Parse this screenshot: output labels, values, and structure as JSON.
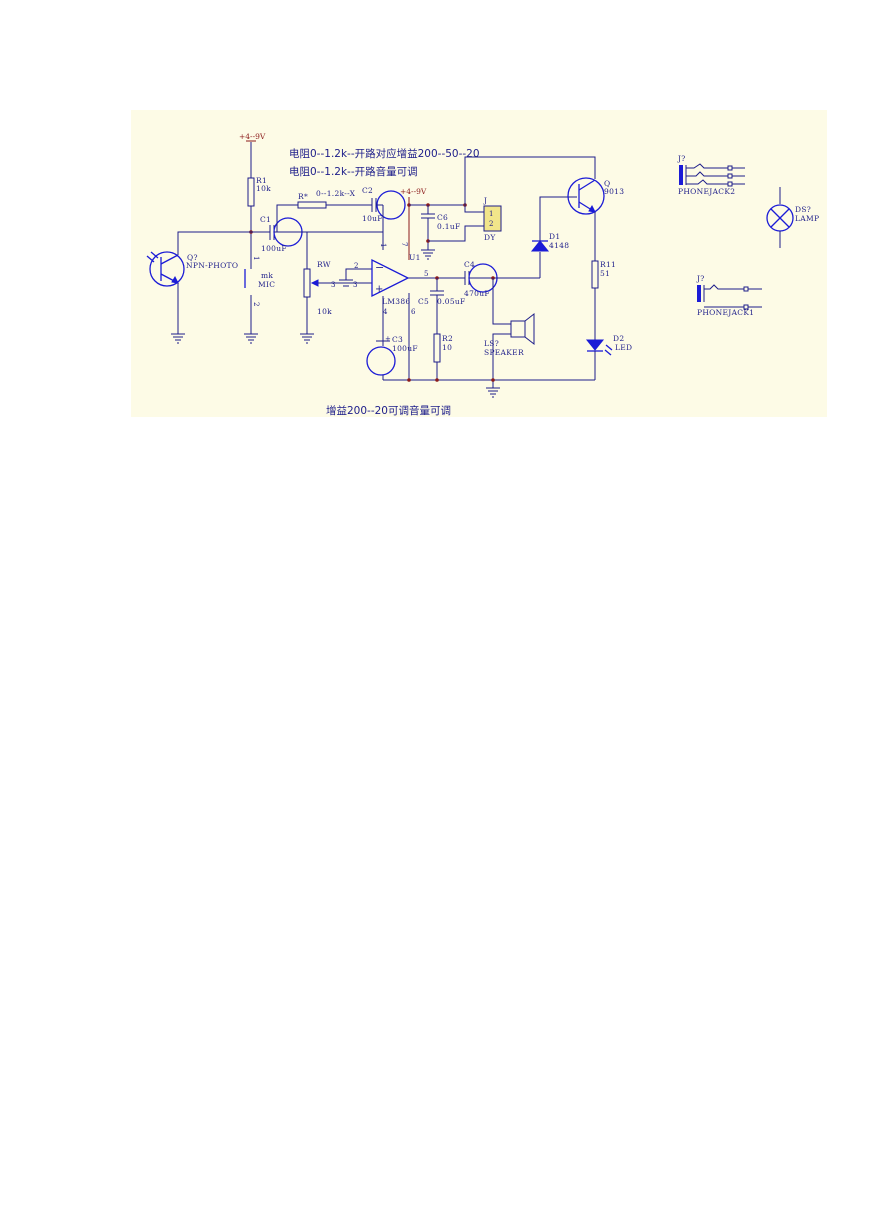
{
  "notes": {
    "line1": "电阻0--1.2k--开路对应增益200--50--20",
    "line2": "电阻0--1.2k--开路音量可调",
    "bottom": "增益200--20可调音量可调"
  },
  "power": {
    "left": "+4--9V",
    "top": "+4--9V"
  },
  "components": {
    "r1": {
      "ref": "R1",
      "value": "10k"
    },
    "rstar": {
      "ref": "R*",
      "value": "0--1.2k--X"
    },
    "c1": {
      "ref": "C1",
      "value": "100uF"
    },
    "c2": {
      "ref": "C2",
      "value": "10uF"
    },
    "c6": {
      "ref": "C6",
      "value": "0.1uF"
    },
    "j": {
      "ref": "J",
      "pin1": "1",
      "pin2": "2",
      "value": "DY"
    },
    "q7": {
      "ref": "Q?",
      "value": "NPN-PHOTO"
    },
    "mic": {
      "ref": "mk",
      "value": "MIC",
      "pin1": "1",
      "pin2": "2"
    },
    "rw": {
      "ref": "RW",
      "value": "10k"
    },
    "u1": {
      "ref": "U1",
      "value": "LM386",
      "pin2": "2",
      "pin3": "3",
      "pin3b": "3",
      "pin5": "5",
      "pin6": "6",
      "pin4": "4",
      "pin1": "1",
      "pin7": "7",
      "minus": "−",
      "plus": "+"
    },
    "c4": {
      "ref": "C4",
      "value": "470uF"
    },
    "c5": {
      "ref": "C5",
      "value": "0.05uF"
    },
    "r2": {
      "ref": "R2",
      "value": "10"
    },
    "ls": {
      "ref": "LS?",
      "value": "SPEAKER"
    },
    "c3": {
      "ref": "C3",
      "value": "100uF"
    },
    "q": {
      "ref": "Q",
      "value": "9013"
    },
    "d1": {
      "ref": "D1",
      "value": "4148"
    },
    "r11": {
      "ref": "R11",
      "value": "51"
    },
    "d2": {
      "ref": "D2",
      "value": "LED"
    },
    "jack2": {
      "ref": "J?",
      "value": "PHONEJACK2"
    },
    "jack1": {
      "ref": "J?",
      "value": "PHONEJACK1"
    },
    "lamp": {
      "ref": "DS?",
      "value": "LAMP"
    }
  },
  "colors": {
    "panel": "#fdfbe6",
    "wire": "#1d1d8a",
    "symbol": "#1b1bd6",
    "power_rail": "#8b1a1a",
    "header": "#f1e58a"
  }
}
